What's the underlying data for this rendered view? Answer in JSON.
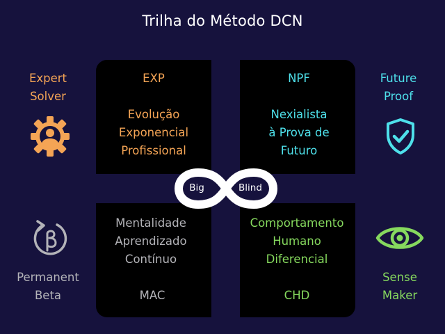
{
  "title": "Trilha do Método DCN",
  "quadrants": {
    "top_left": {
      "code": "EXP",
      "lines": [
        "Evolução",
        "Exponencial",
        "Profissional"
      ],
      "color": "#f4a455"
    },
    "top_right": {
      "code": "NPF",
      "lines": [
        "Nexialista",
        "à Prova de",
        "Futuro"
      ],
      "color": "#4ee0ea"
    },
    "bottom_left": {
      "code": "MAC",
      "lines": [
        "Mentalidade",
        "Aprendizado",
        "Contínuo"
      ],
      "color": "#b3b3b8"
    },
    "bottom_right": {
      "code": "CHD",
      "lines": [
        "Comportamento",
        "Humano",
        "Diferencial"
      ],
      "color": "#86d95e"
    }
  },
  "sides": {
    "expert": {
      "lines": [
        "Expert",
        "Solver"
      ],
      "icon": "expert-gear-person-icon"
    },
    "future": {
      "lines": [
        "Future",
        "Proof"
      ],
      "icon": "shield-check-icon"
    },
    "permanent": {
      "lines": [
        "Permanent",
        "Beta"
      ],
      "icon": "beta-cycle-icon"
    },
    "sense": {
      "lines": [
        "Sense",
        "Maker"
      ],
      "icon": "eye-icon"
    }
  },
  "center": {
    "left_label": "Big",
    "right_label": "Blind",
    "icon": "infinity-icon"
  }
}
